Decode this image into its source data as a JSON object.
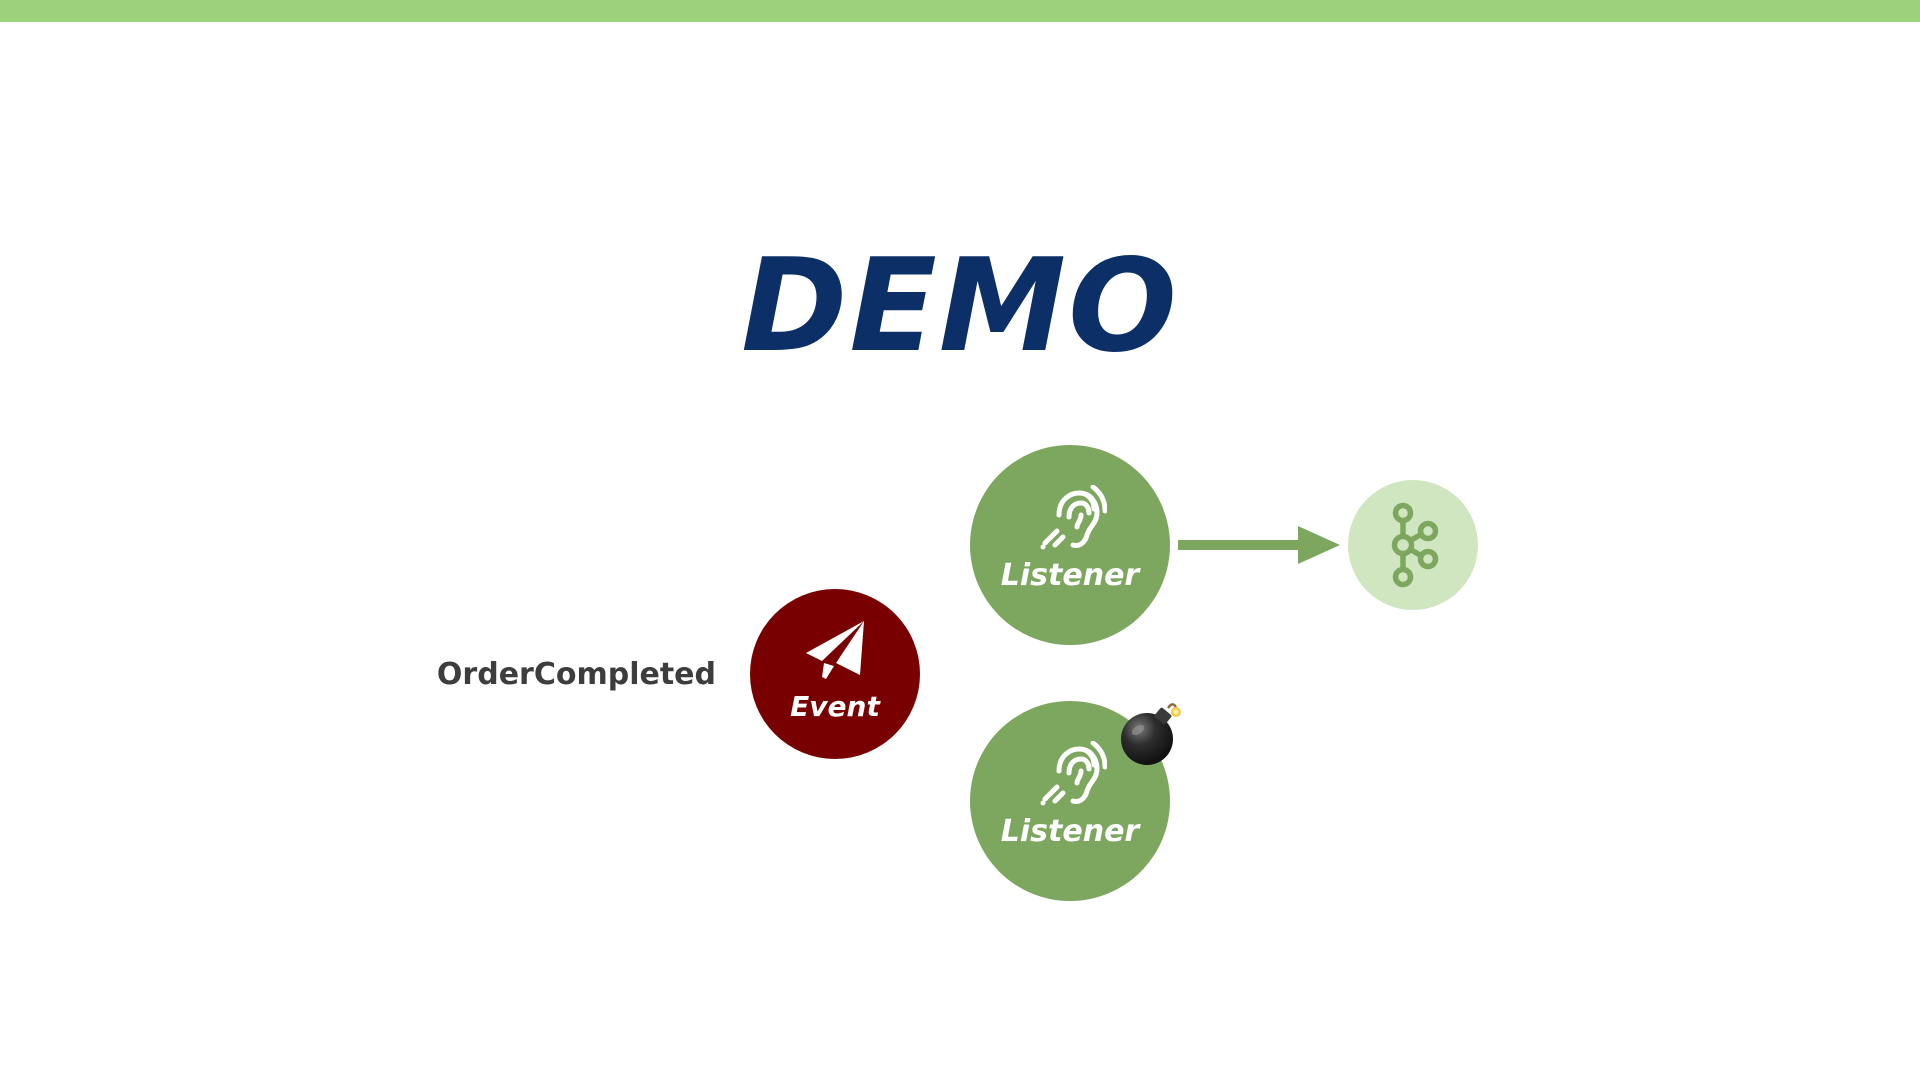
{
  "slide": {
    "title": "DEMO",
    "accent_bar_color": "#9dd17c",
    "title_color": "#0d2f67"
  },
  "event": {
    "name": "OrderCompleted",
    "label": "Event",
    "icon": "paper-plane-icon",
    "color": "#780000"
  },
  "listeners": [
    {
      "label": "Listener",
      "icon": "ear-icon",
      "color": "#7da75f",
      "connected_to": "kafka-broker"
    },
    {
      "label": "Listener",
      "icon": "ear-icon",
      "color": "#7da75f",
      "status_icon": "bomb-icon"
    }
  ],
  "broker": {
    "icon": "kafka-icon",
    "color": "#cfe6c0",
    "icon_color": "#7da75f"
  }
}
